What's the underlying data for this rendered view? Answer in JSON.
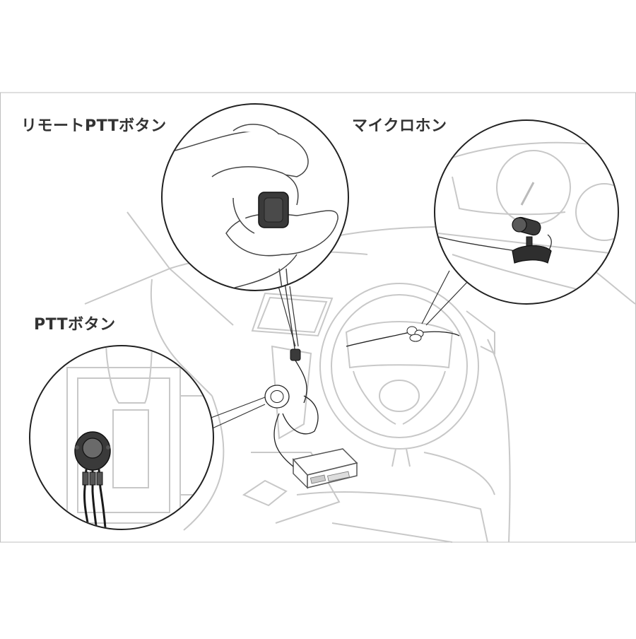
{
  "labels": {
    "remote_ptt": "リモートPTTボタン",
    "microphone": "マイクロホン",
    "ptt": "PTTボタン"
  },
  "colors": {
    "line_light": "#c8c8c8",
    "line_dark": "#333333",
    "device": "#3a3a3a",
    "frame": "#bfbfbf"
  }
}
